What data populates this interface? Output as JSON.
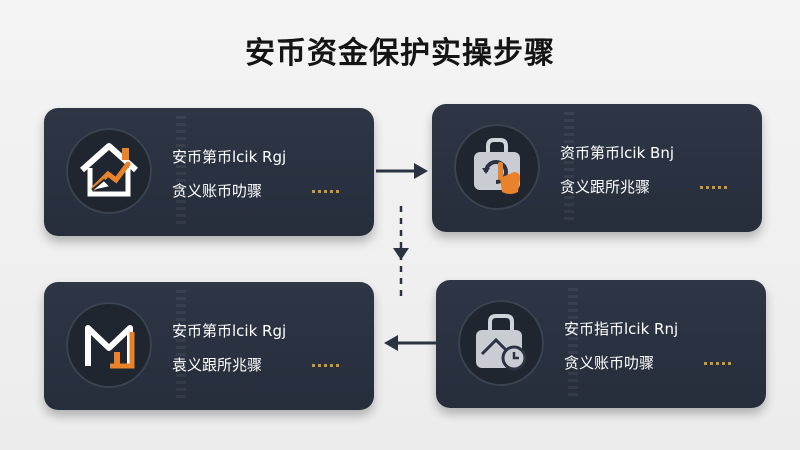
{
  "title": "安币资金保护实操步骤",
  "cards": [
    {
      "line1": "安币第币lcik Rgj",
      "line2": "贪义账币叻骤",
      "icon": "house-hand-icon"
    },
    {
      "line1": "资币第币lcik Bnj",
      "line2": "贪义跟所兆骤",
      "icon": "bag-cursor-icon"
    },
    {
      "line1": "安币第币lcik Rgj",
      "line2": "袁义跟所兆骤",
      "icon": "mail-chart-icon"
    },
    {
      "line1": "安币指币lcik Rnj",
      "line2": "贪义账币叻骤",
      "icon": "bag-clock-icon"
    }
  ],
  "colors": {
    "accent": "#e8822b",
    "card": "#2b3241",
    "text": "#ffffff"
  }
}
